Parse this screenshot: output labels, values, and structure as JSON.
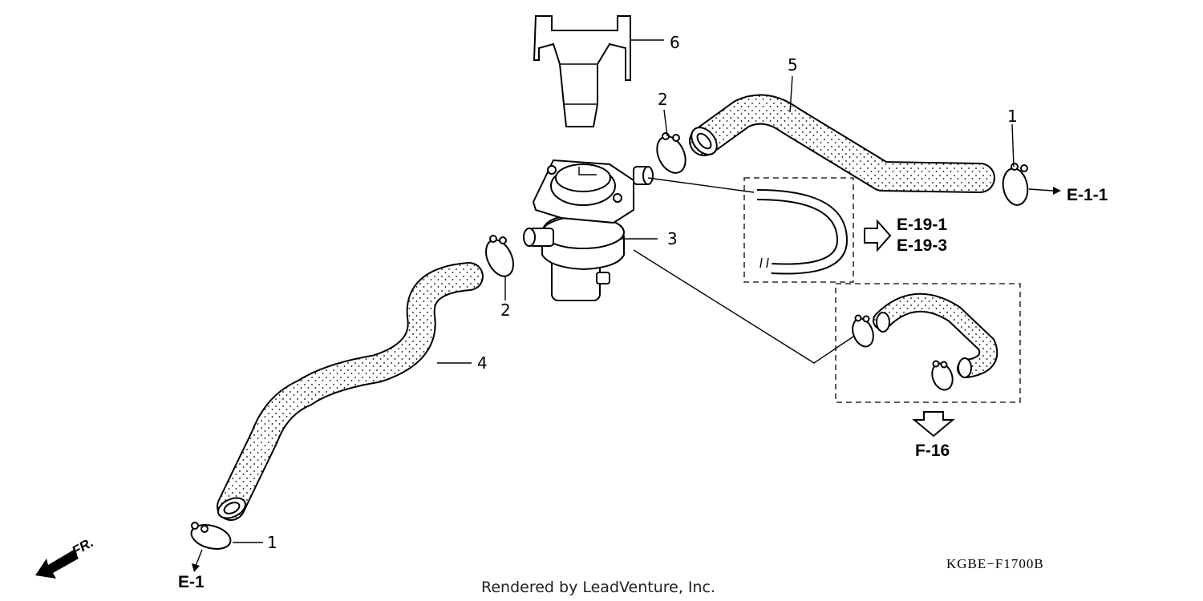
{
  "callouts": {
    "c1_right": "1",
    "c1_left": "1",
    "c2_top": "2",
    "c2_left": "2",
    "c3": "3",
    "c4": "4",
    "c5": "5",
    "c6": "6"
  },
  "refs": {
    "e_1_1": "E-1-1",
    "e_19_1": "E-19-1",
    "e_19_3": "E-19-3",
    "f_16": "F-16",
    "e_1": "E-1"
  },
  "front_label": "FR.",
  "diagram_code": "KGBE−F1700B",
  "credit": "Rendered by LeadVenture, Inc."
}
